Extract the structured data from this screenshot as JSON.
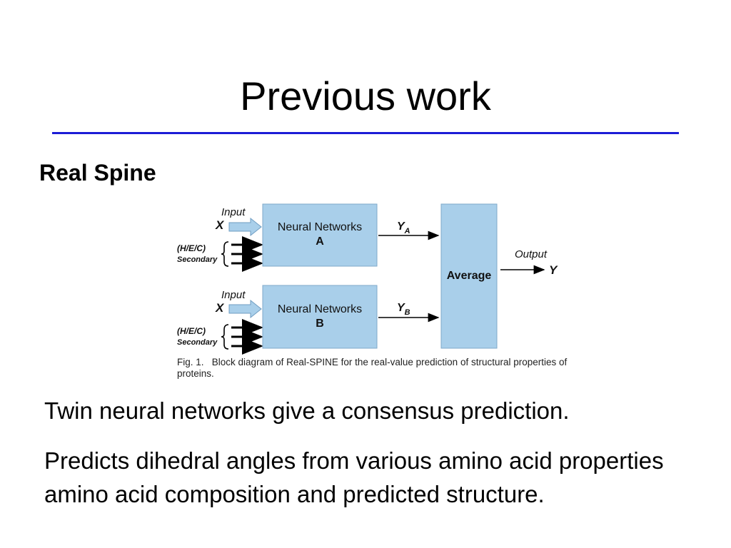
{
  "slide": {
    "title": "Previous work",
    "subtitle": "Real Spine"
  },
  "diagram": {
    "input_label": "Input",
    "input_var": "X",
    "secondary_tag": "(H/E/C)",
    "secondary_label": "Secondary",
    "nn_a": {
      "line1": "Neural Networks",
      "line2": "A"
    },
    "nn_b": {
      "line1": "Neural Networks",
      "line2": "B"
    },
    "ya": {
      "main": "Y",
      "sub": "A"
    },
    "yb": {
      "main": "Y",
      "sub": "B"
    },
    "average": "Average",
    "output_label": "Output",
    "output_var": "Y",
    "caption_fig": "Fig. 1.",
    "caption_text": "Block diagram of Real-SPINE for the real-value prediction of structural properties of proteins."
  },
  "body": {
    "point1": "Twin neural networks give a consensus prediction.",
    "point2": "Predicts dihedral angles from various amino acid properties amino acid composition and predicted structure."
  },
  "colors": {
    "rule": "#1c1cd6",
    "box_fill": "#a9cfea",
    "box_stroke": "#7fa9c9"
  }
}
